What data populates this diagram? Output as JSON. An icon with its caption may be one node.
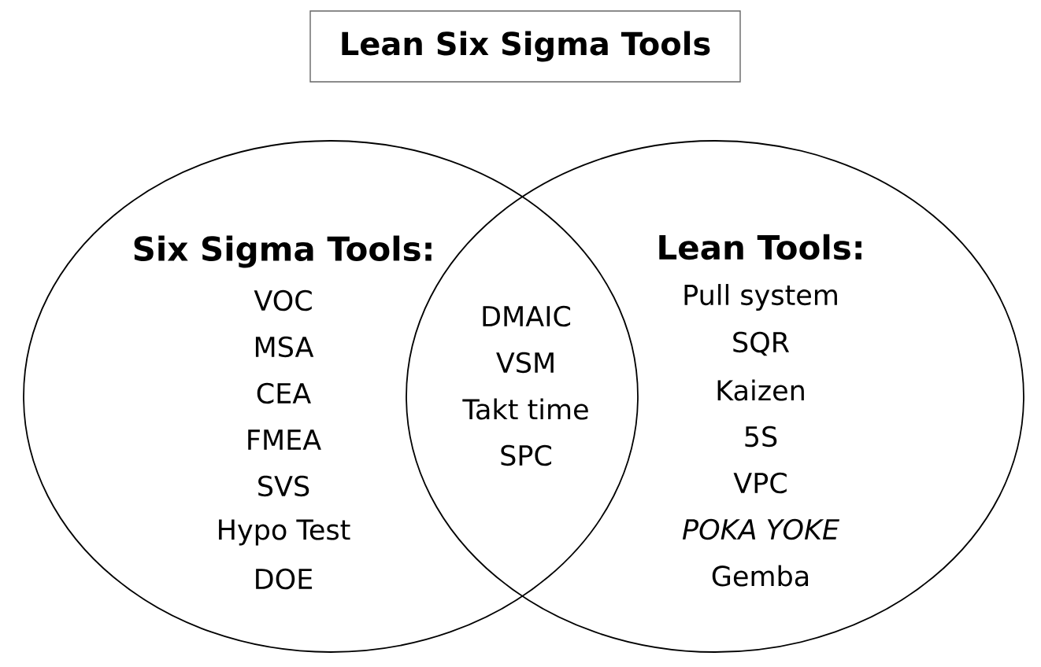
{
  "diagram": {
    "title": "Lean Six Sigma Tools",
    "nodes": [
      {
        "text": [
          "Six Sigma Tools:",
          "VOC",
          "MSA",
          "CEA",
          "FMEA",
          "SVS",
          "Hypo Test",
          "DOE"
        ]
      },
      {
        "text": [
          "Lean Tools:",
          "Pull system",
          "SQR",
          "Kaizen",
          "5S",
          "VPC",
          "*POKA YOKE*",
          "Gemba"
        ]
      }
    ],
    "edges": [],
    "labels": [
      "DMAIC",
      "VSM",
      "Takt time",
      "SPC"
    ]
  }
}
